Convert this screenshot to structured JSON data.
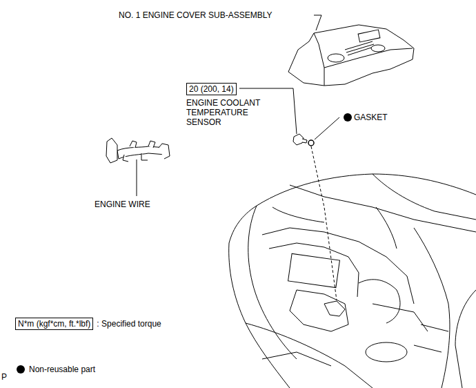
{
  "diagram": {
    "nodes": [
      {
        "text": [
          "20 (200, 14)"
        ]
      },
      {
        "text": [
          "N*m (kgf*cm, ft.*lbf)"
        ]
      }
    ],
    "labels": [
      "NO. 1 ENGINE COVER SUB-ASSEMBLY",
      "ENGINE COOLANT TEMPERATURE SENSOR",
      "GASKET",
      "ENGINE WIRE",
      "P"
    ],
    "legend": [
      {
        "text": ": Specified torque"
      },
      {
        "text": "Non-reusable part"
      }
    ]
  }
}
